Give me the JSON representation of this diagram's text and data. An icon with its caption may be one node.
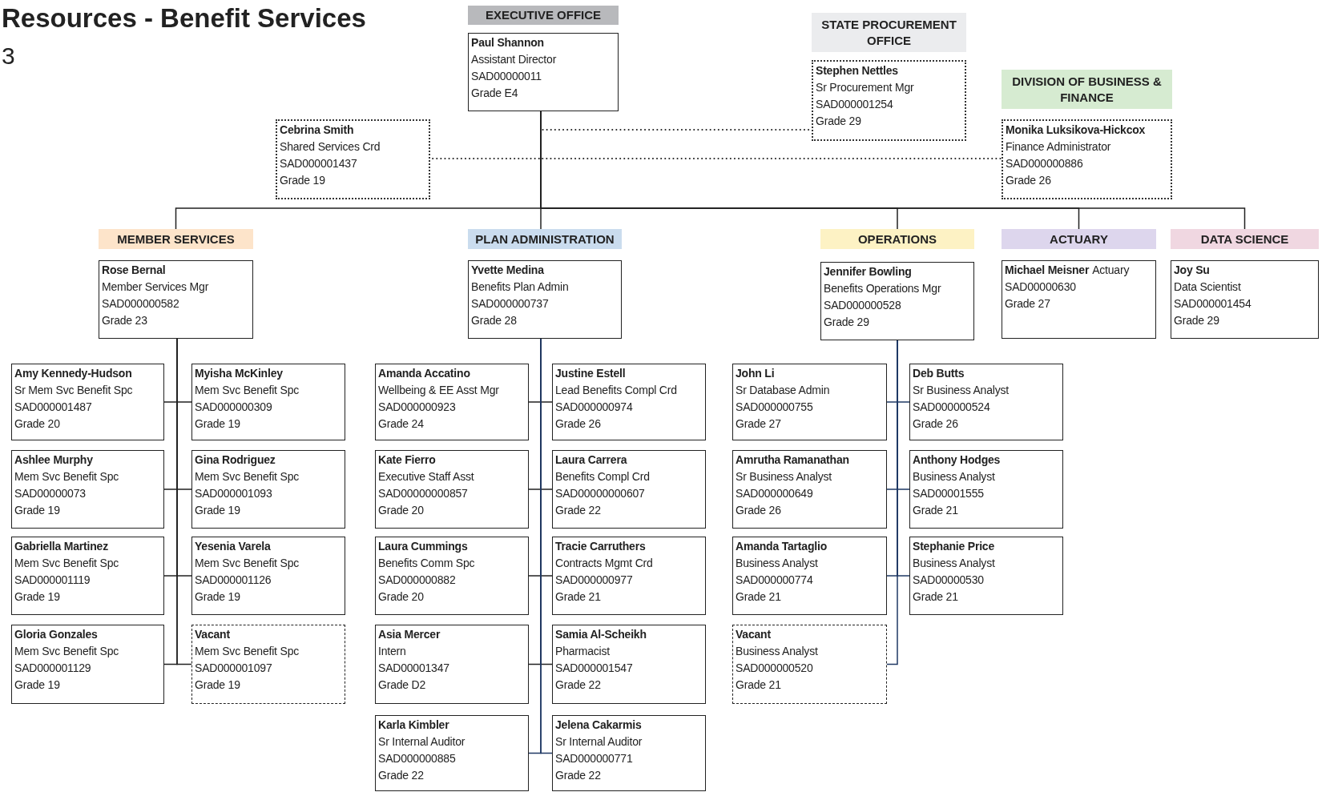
{
  "diagram": {
    "title": "Resources - Benefit Services",
    "nodes": [
      {
        "text": [
          "EXECUTIVE OFFICE",
          "Paul Shannon",
          "Assistant Director",
          "SAD00000011",
          "Grade E4"
        ]
      },
      {
        "text": [
          "STATE PROCUREMENT OFFICE",
          "Stephen Nettles",
          "Sr Procurement Mgr",
          "SAD000001254",
          "Grade 29"
        ]
      },
      {
        "text": [
          "Cebrina Smith",
          "Shared Services Crd",
          "SAD000001437",
          "Grade 19"
        ]
      },
      {
        "text": [
          "DIVISION OF BUSINESS & FINANCE",
          "Monika Luksikova-Hickcox",
          "Finance Administrator",
          "SAD000000886",
          "Grade 26"
        ]
      },
      {
        "text": [
          "MEMBER SERVICES",
          "Rose Bernal",
          "Member Services Mgr",
          "SAD000000582",
          "Grade 23"
        ]
      },
      {
        "text": [
          "PLAN ADMINISTRATION",
          "Yvette Medina",
          "Benefits Plan Admin",
          "SAD000000737",
          "Grade 28"
        ]
      },
      {
        "text": [
          "OPERATIONS",
          "Jennifer Bowling",
          "Benefits Operations Mgr",
          "SAD000000528",
          "Grade 29"
        ]
      },
      {
        "text": [
          "ACTUARY",
          "Michael Meisner",
          "Actuary",
          "SAD00000630",
          "Grade 27"
        ]
      },
      {
        "text": [
          "DATA SCIENCE",
          "Joy Su",
          "Data Scientist",
          "SAD000001454",
          "Grade 29"
        ]
      },
      {
        "text": [
          "Amy Kennedy-Hudson",
          "Sr Mem Svc Benefit Spc",
          "SAD000001487",
          "Grade 20"
        ]
      },
      {
        "text": [
          "Myisha McKinley",
          "Mem Svc Benefit Spc",
          "SAD000000309",
          "Grade 19"
        ]
      },
      {
        "text": [
          "Ashlee Murphy",
          "Mem Svc Benefit Spc",
          "SAD00000073",
          "Grade 19"
        ]
      },
      {
        "text": [
          "Gina Rodriguez",
          "Mem Svc Benefit Spc",
          "SAD000001093",
          "Grade 19"
        ]
      },
      {
        "text": [
          "Gabriella Martinez",
          "Mem Svc Benefit Spc",
          "SAD000001119",
          "Grade 19"
        ]
      },
      {
        "text": [
          "Yesenia Varela",
          "Mem Svc Benefit Spc",
          "SAD000001126",
          "Grade 19"
        ]
      },
      {
        "text": [
          "Gloria Gonzales",
          "Mem Svc Benefit Spc",
          "SAD000001129",
          "Grade 19"
        ]
      },
      {
        "text": [
          "Vacant",
          "Mem Svc Benefit Spc",
          "SAD000001097",
          "Grade 19"
        ]
      },
      {
        "text": [
          "Amanda Accatino",
          "Wellbeing & EE Asst Mgr",
          "SAD000000923",
          "Grade 24"
        ]
      },
      {
        "text": [
          "Justine Estell",
          "Lead Benefits Compl Crd",
          "SAD000000974",
          "Grade 26"
        ]
      },
      {
        "text": [
          "Kate Fierro",
          "Executive Staff Asst",
          "SAD00000000857",
          "Grade 20"
        ]
      },
      {
        "text": [
          "Laura Carrera",
          "Benefits Compl Crd",
          "SAD00000000607",
          "Grade 22"
        ]
      },
      {
        "text": [
          "Laura Cummings",
          "Benefits Comm Spc",
          "SAD000000882",
          "Grade 20"
        ]
      },
      {
        "text": [
          "Tracie Carruthers",
          "Contracts Mgmt Crd",
          "SAD000000977",
          "Grade 21"
        ]
      },
      {
        "text": [
          "Asia Mercer",
          "Intern",
          "SAD00001347",
          "Grade D2"
        ]
      },
      {
        "text": [
          "Samia Al-Scheikh",
          "Pharmacist",
          "SAD000001547",
          "Grade 22"
        ]
      },
      {
        "text": [
          "Karla Kimbler",
          "Sr Internal Auditor",
          "SAD000000885",
          "Grade 22"
        ]
      },
      {
        "text": [
          "Jelena Cakarmis",
          "Sr Internal Auditor",
          "SAD000000771",
          "Grade 22"
        ]
      },
      {
        "text": [
          "John Li",
          "Sr Database Admin",
          "SAD000000755",
          "Grade 27"
        ]
      },
      {
        "text": [
          "Deb Butts",
          "Sr Business Analyst",
          "SAD000000524",
          "Grade 26"
        ]
      },
      {
        "text": [
          "Amrutha Ramanathan",
          "Sr Business Analyst",
          "SAD000000649",
          "Grade 26"
        ]
      },
      {
        "text": [
          "Anthony Hodges",
          "Business Analyst",
          "SAD00001555",
          "Grade 21"
        ]
      },
      {
        "text": [
          "Amanda Tartaglio",
          "Business Analyst",
          "SAD000000774",
          "Grade 21"
        ]
      },
      {
        "text": [
          "Stephanie Price",
          "Business Analyst",
          "SAD00000530",
          "Grade 21"
        ]
      },
      {
        "text": [
          "Vacant",
          "Business Analyst",
          "SAD000000520",
          "Grade 21"
        ]
      }
    ],
    "edges": [
      {
        "from": 0,
        "to": 1,
        "arrow": "none",
        "style": "dashed"
      },
      {
        "from": 0,
        "to": 2,
        "arrow": "none",
        "style": "dashed"
      },
      {
        "from": 0,
        "to": 3,
        "arrow": "none",
        "style": "dashed"
      },
      {
        "from": 0,
        "to": 4,
        "arrow": "none"
      },
      {
        "from": 0,
        "to": 5,
        "arrow": "none"
      },
      {
        "from": 0,
        "to": 6,
        "arrow": "none"
      },
      {
        "from": 0,
        "to": 7,
        "arrow": "none"
      },
      {
        "from": 0,
        "to": 8,
        "arrow": "none"
      },
      {
        "from": 4,
        "to": 9,
        "arrow": "none"
      },
      {
        "from": 4,
        "to": 10,
        "arrow": "none"
      },
      {
        "from": 4,
        "to": 11,
        "arrow": "none"
      },
      {
        "from": 4,
        "to": 12,
        "arrow": "none"
      },
      {
        "from": 4,
        "to": 13,
        "arrow": "none"
      },
      {
        "from": 4,
        "to": 14,
        "arrow": "none"
      },
      {
        "from": 4,
        "to": 15,
        "arrow": "none"
      },
      {
        "from": 4,
        "to": 16,
        "arrow": "none"
      },
      {
        "from": 5,
        "to": 17,
        "arrow": "none"
      },
      {
        "from": 5,
        "to": 18,
        "arrow": "none"
      },
      {
        "from": 5,
        "to": 19,
        "arrow": "none"
      },
      {
        "from": 5,
        "to": 20,
        "arrow": "none"
      },
      {
        "from": 5,
        "to": 21,
        "arrow": "none"
      },
      {
        "from": 5,
        "to": 22,
        "arrow": "none"
      },
      {
        "from": 5,
        "to": 23,
        "arrow": "none"
      },
      {
        "from": 5,
        "to": 24,
        "arrow": "none"
      },
      {
        "from": 5,
        "to": 25,
        "arrow": "none",
        "color": "#1f3864"
      },
      {
        "from": 5,
        "to": 26,
        "arrow": "none",
        "color": "#1f3864"
      },
      {
        "from": 6,
        "to": 27,
        "arrow": "none",
        "color": "#1f3864"
      },
      {
        "from": 6,
        "to": 28,
        "arrow": "none",
        "color": "#1f3864"
      },
      {
        "from": 6,
        "to": 29,
        "arrow": "none",
        "color": "#1f3864"
      },
      {
        "from": 6,
        "to": 30,
        "arrow": "none",
        "color": "#1f3864"
      },
      {
        "from": 6,
        "to": 31,
        "arrow": "none",
        "color": "#1f3864"
      },
      {
        "from": 6,
        "to": 32,
        "arrow": "none",
        "color": "#1f3864"
      },
      {
        "from": 6,
        "to": 33,
        "arrow": "none",
        "color": "#1f3864"
      }
    ],
    "labels": [
      "3"
    ]
  }
}
